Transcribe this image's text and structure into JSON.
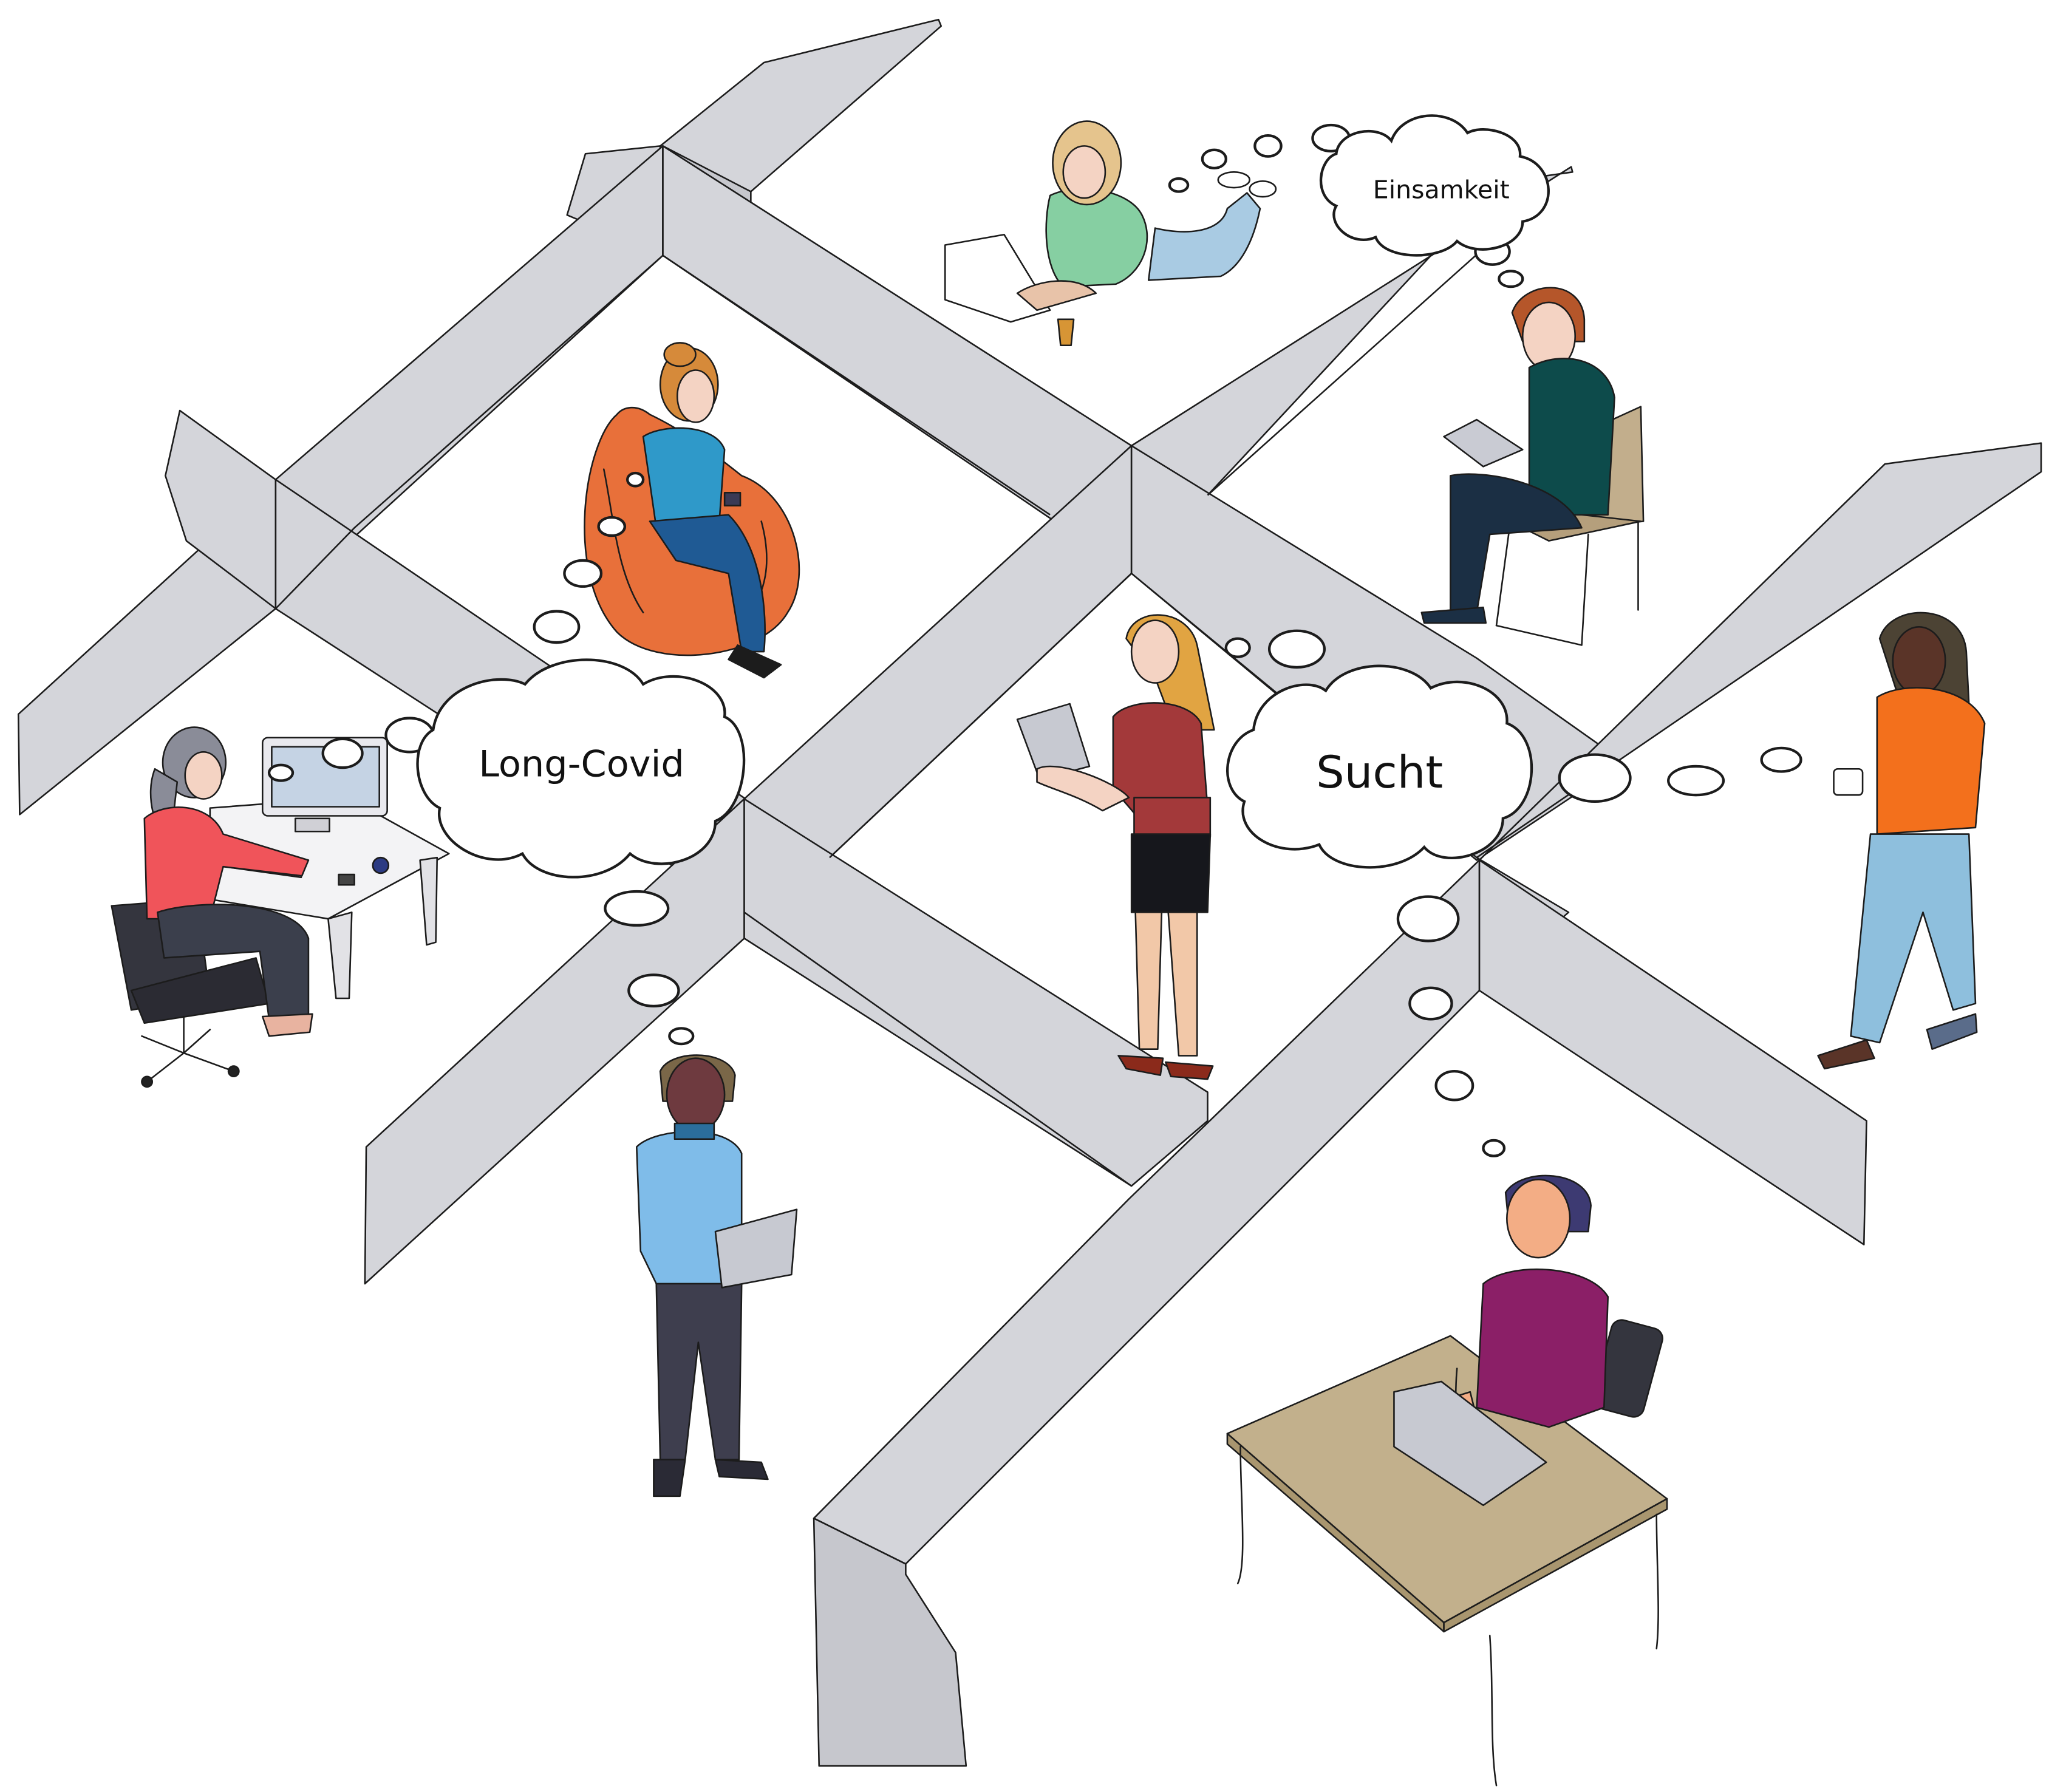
{
  "thoughts": {
    "loneliness": "Einsamkeit",
    "long_covid": "Long-Covid",
    "addiction": "Sucht"
  },
  "colors": {
    "wall": "#d4d5da",
    "wall_face": "#c6c7cd",
    "floor": "#ffffff",
    "outline": "#1c1c1c",
    "beanbag": "#e8703a",
    "desk": "#c2b08c"
  },
  "people": [
    {
      "id": "woman-lying-laptop",
      "shirt": "#86cfa2",
      "pants": "#a9cbe3"
    },
    {
      "id": "woman-beanbag-phone",
      "shirt": "#2f99c9",
      "pants": "#1f5a94"
    },
    {
      "id": "man-chair-tablet",
      "shirt": "#0d4b4b",
      "pants": "#1b2f44"
    },
    {
      "id": "woman-desk-computer",
      "shirt": "#f0545a",
      "pants": "#3b3f4c"
    },
    {
      "id": "woman-standing-tablet",
      "shirt": "#a3393a",
      "pants": "#16171c"
    },
    {
      "id": "woman-walking-mug",
      "shirt": "#f3701c",
      "pants": "#8ebfdd"
    },
    {
      "id": "man-standing-laptop",
      "shirt": "#7fbce9",
      "pants": "#3e3e4e"
    },
    {
      "id": "man-table-laptop",
      "shirt": "#8b1f67",
      "pants": "#3e3e4e"
    }
  ]
}
